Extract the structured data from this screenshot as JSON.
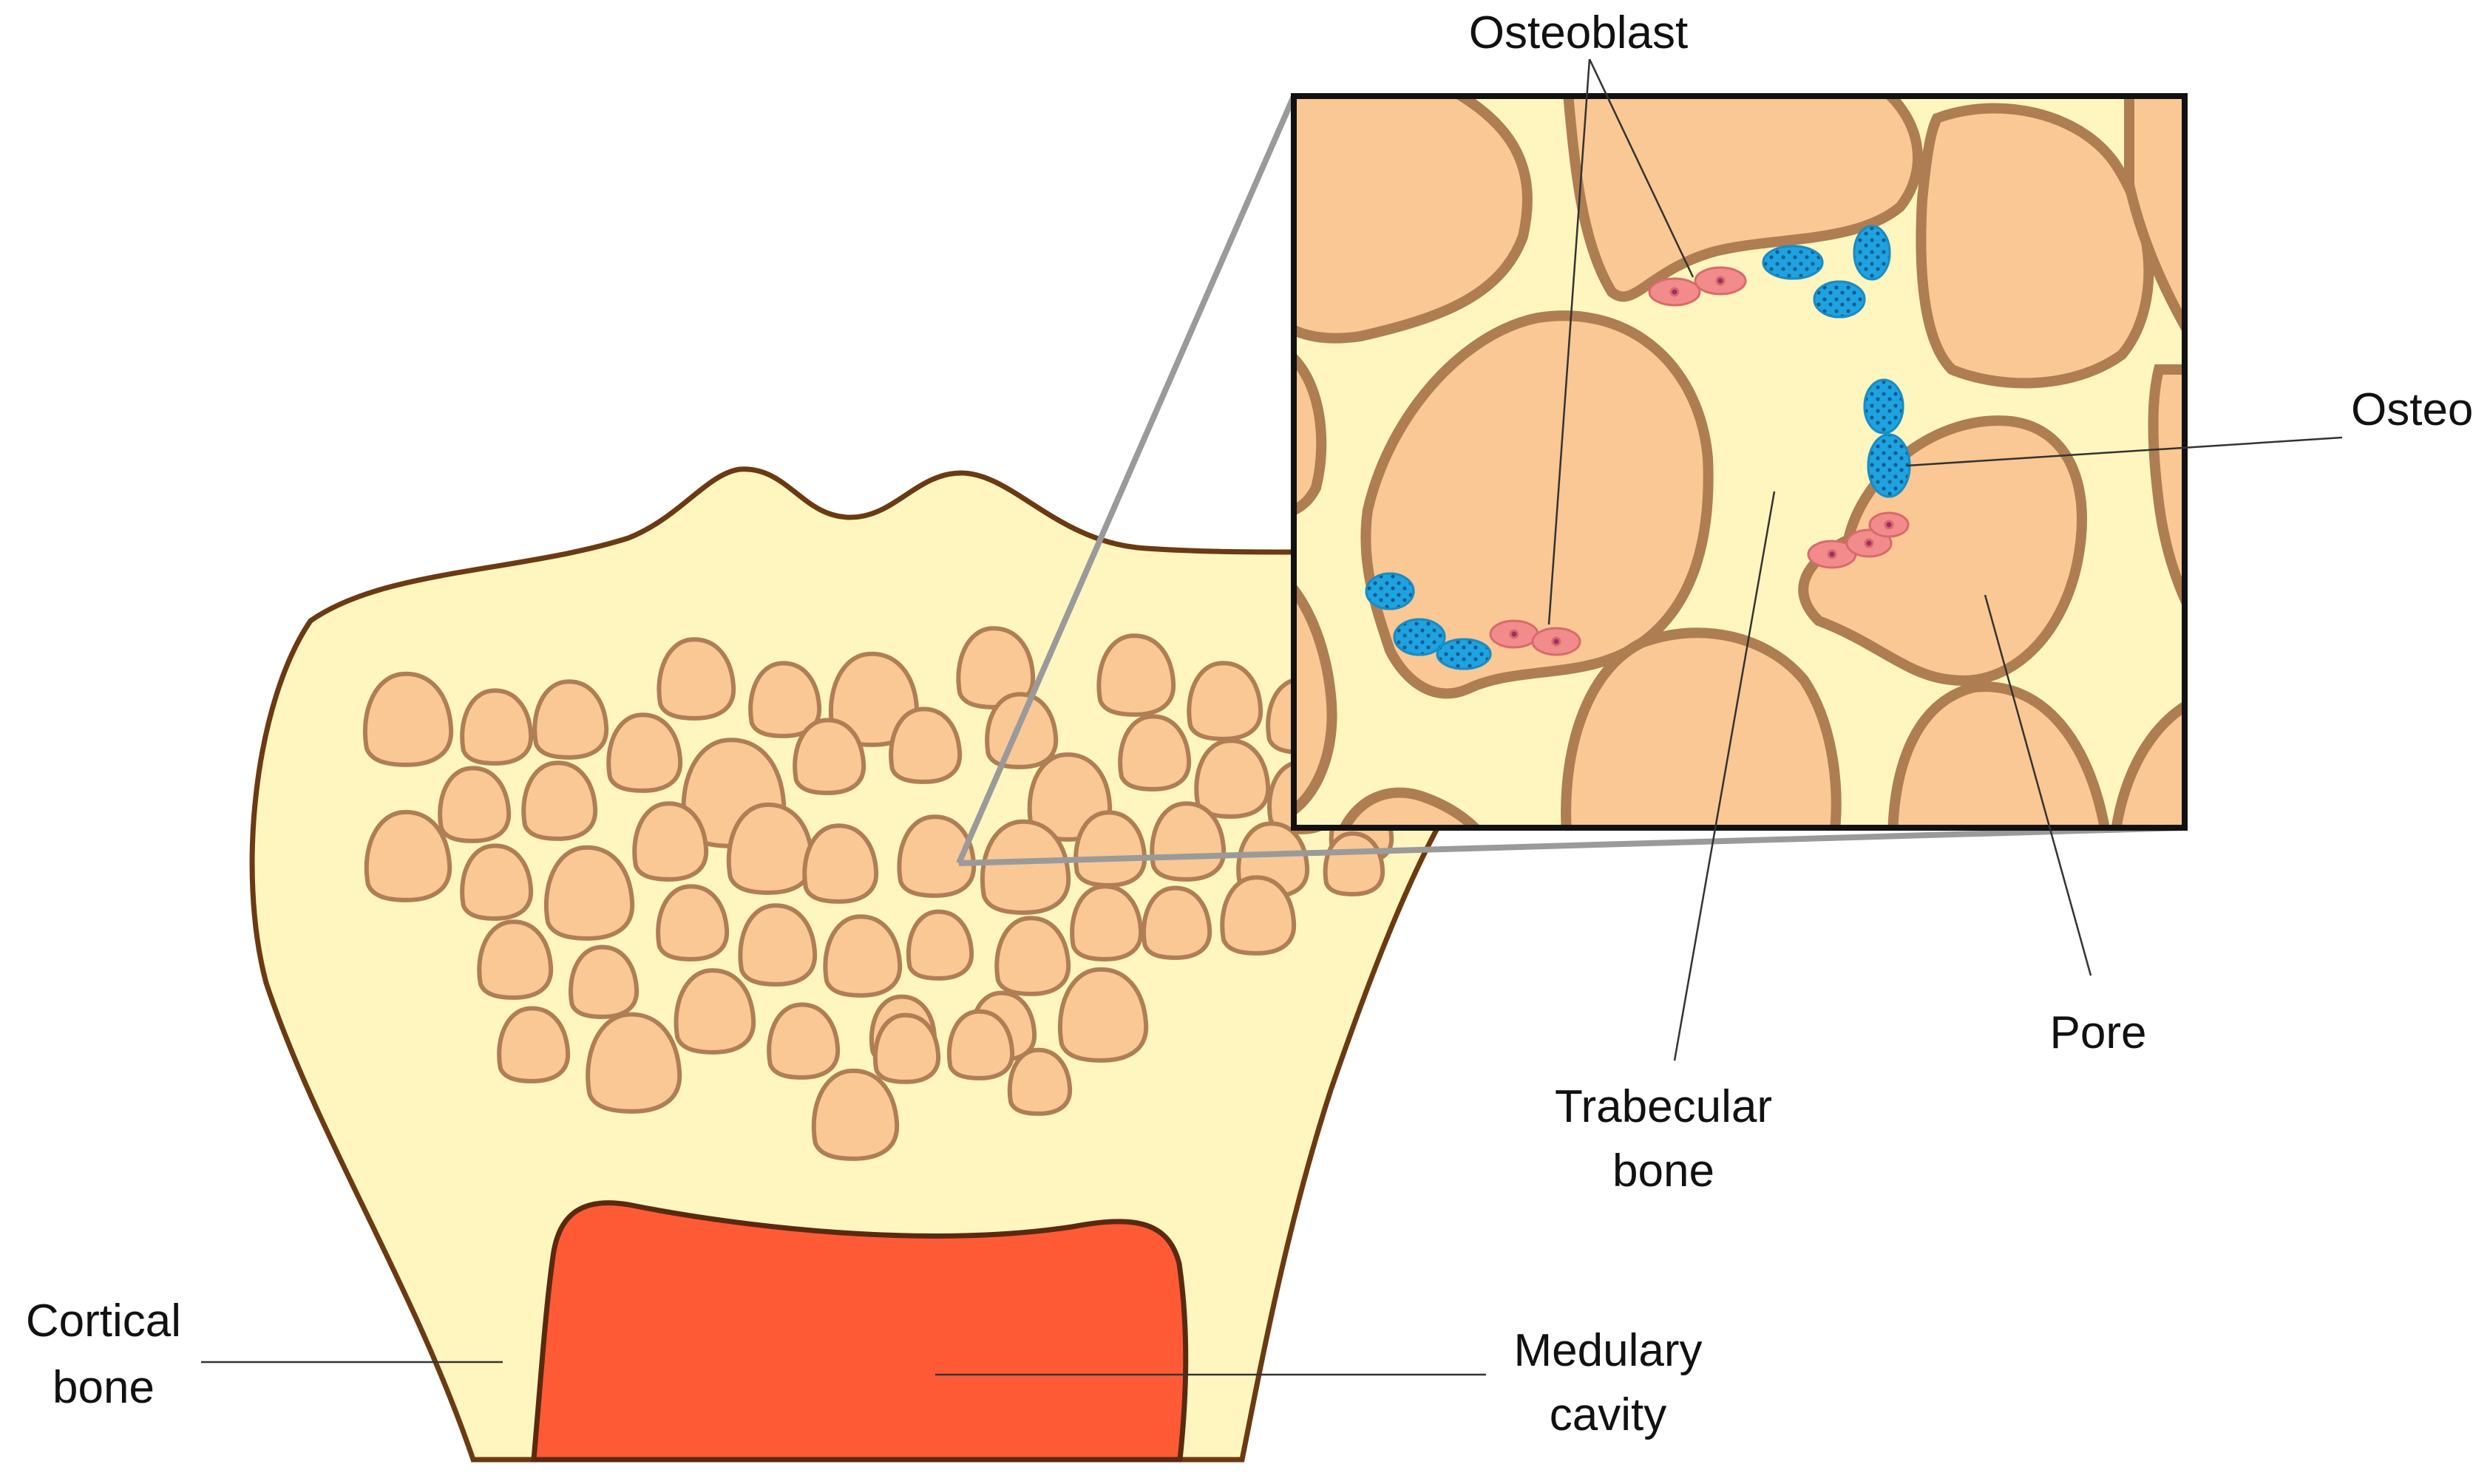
{
  "labels": {
    "osteoblast": "Osteoblast",
    "osteoclast": "Osteoclast",
    "trabecular_line1": "Trabecular",
    "trabecular_line2": "bone",
    "pore": "Pore",
    "cortical_line1": "Cortical",
    "cortical_line2": "bone",
    "medulary_line1": "Medulary",
    "medulary_line2": "cavity"
  },
  "colors": {
    "bone_fill": "#FFF6BF",
    "bone_outline": "#6B3A12",
    "pore_fill": "#FAC894",
    "pore_outline": "#B07E54",
    "cavity_fill": "#FF5A36",
    "osteoclast": "#1FA3E0",
    "osteoclast_dots": "#0A5C93",
    "osteoblast": "#F28B8B",
    "osteoblast_nucleus": "#9B2D6E",
    "zoom_connector": "#9A9A9A",
    "frame": "#111111",
    "leader": "#333333"
  }
}
